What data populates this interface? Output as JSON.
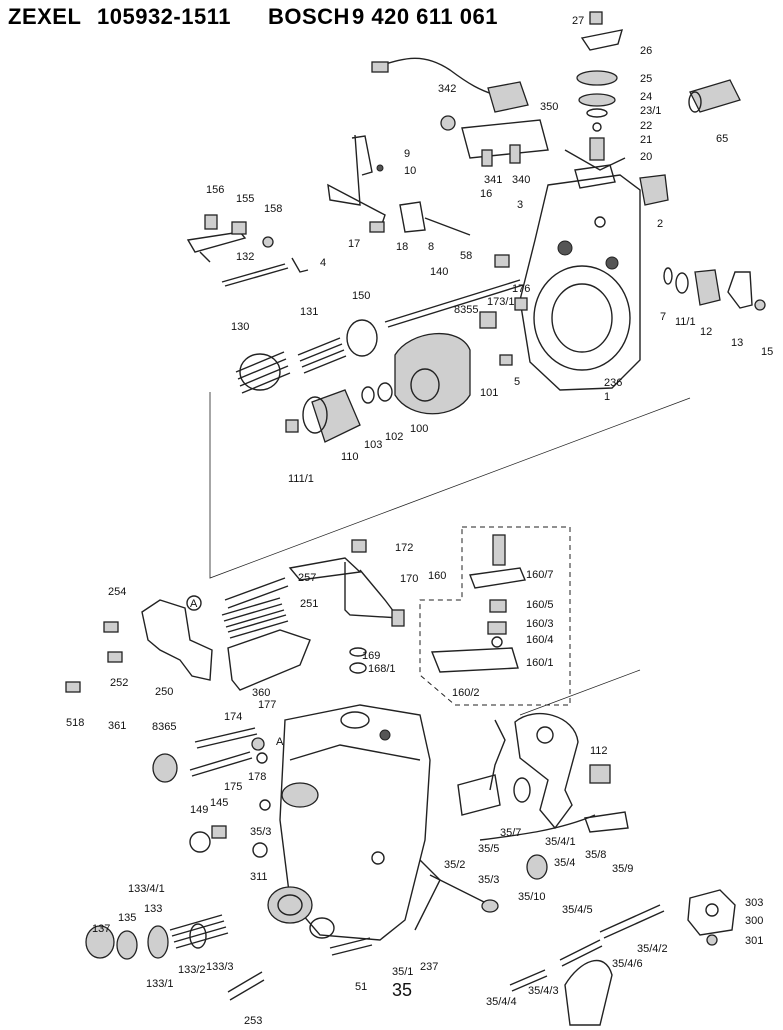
{
  "header": {
    "brand1": "ZEXEL",
    "partno1": "105932-1511",
    "brand2": "BOSCH",
    "partno2": "9 420 611 061"
  },
  "page_label": "35",
  "callouts": {
    "c27": "27",
    "c26": "26",
    "c25": "25",
    "c24": "24",
    "c23_1": "23/1",
    "c22": "22",
    "c21": "21",
    "c20": "20",
    "c65": "65",
    "c342": "342",
    "c350": "350",
    "c341": "341",
    "c340": "340",
    "c9": "9",
    "c10": "10",
    "c156": "156",
    "c155": "155",
    "c158": "158",
    "c16": "16",
    "c3": "3",
    "c2": "2",
    "c17": "17",
    "c18": "18",
    "c8": "8",
    "c132": "132",
    "c4": "4",
    "c58": "58",
    "c140": "140",
    "c176": "176",
    "c173_1": "173/1",
    "c7": "7",
    "c11_1": "11/1",
    "c12": "12",
    "c13": "13",
    "c15": "15",
    "c150": "150",
    "c131": "131",
    "c130": "130",
    "c8355": "8355",
    "c101": "101",
    "c5": "5",
    "c236": "236",
    "c1": "1",
    "c111_1": "111/1",
    "c110": "110",
    "c103": "103",
    "c102": "102",
    "c100": "100",
    "c172": "172",
    "c170": "170",
    "c160": "160",
    "c160_7": "160/7",
    "c160_5": "160/5",
    "c160_3": "160/3",
    "c160_4": "160/4",
    "c160_1": "160/1",
    "c160_2": "160/2",
    "c254": "254",
    "cA1": "A",
    "c257": "257",
    "c251": "251",
    "c252": "252",
    "c250": "250",
    "c360": "360",
    "c169": "169",
    "c168_1": "168/1",
    "c518": "518",
    "c361": "361",
    "c8365": "8365",
    "c174": "174",
    "c177": "177",
    "cA2": "A",
    "c175": "175",
    "c178": "178",
    "c112": "112",
    "c149": "149",
    "c145": "145",
    "c35_3a": "35/3",
    "c35_5": "35/5",
    "c35_7": "35/7",
    "c35_4_1": "35/4/1",
    "c35_4": "35/4",
    "c35_8": "35/8",
    "c35_9": "35/9",
    "c311": "311",
    "c35_10": "35/10",
    "c35_2": "35/2",
    "c35_3b": "35/3",
    "c133_4_1": "133/4/1",
    "c133": "133",
    "c135": "135",
    "c137": "137",
    "c133_1": "133/1",
    "c133_2": "133/2",
    "c133_3": "133/3",
    "c35_4_5": "35/4/5",
    "c303": "303",
    "c300": "300",
    "c35_4_2": "35/4/2",
    "c301": "301",
    "c35_4_6": "35/4/6",
    "c35_4_4": "35/4/4",
    "c35_4_3": "35/4/3",
    "c51": "51",
    "c35_1": "35/1",
    "c237": "237",
    "c253": "253"
  }
}
